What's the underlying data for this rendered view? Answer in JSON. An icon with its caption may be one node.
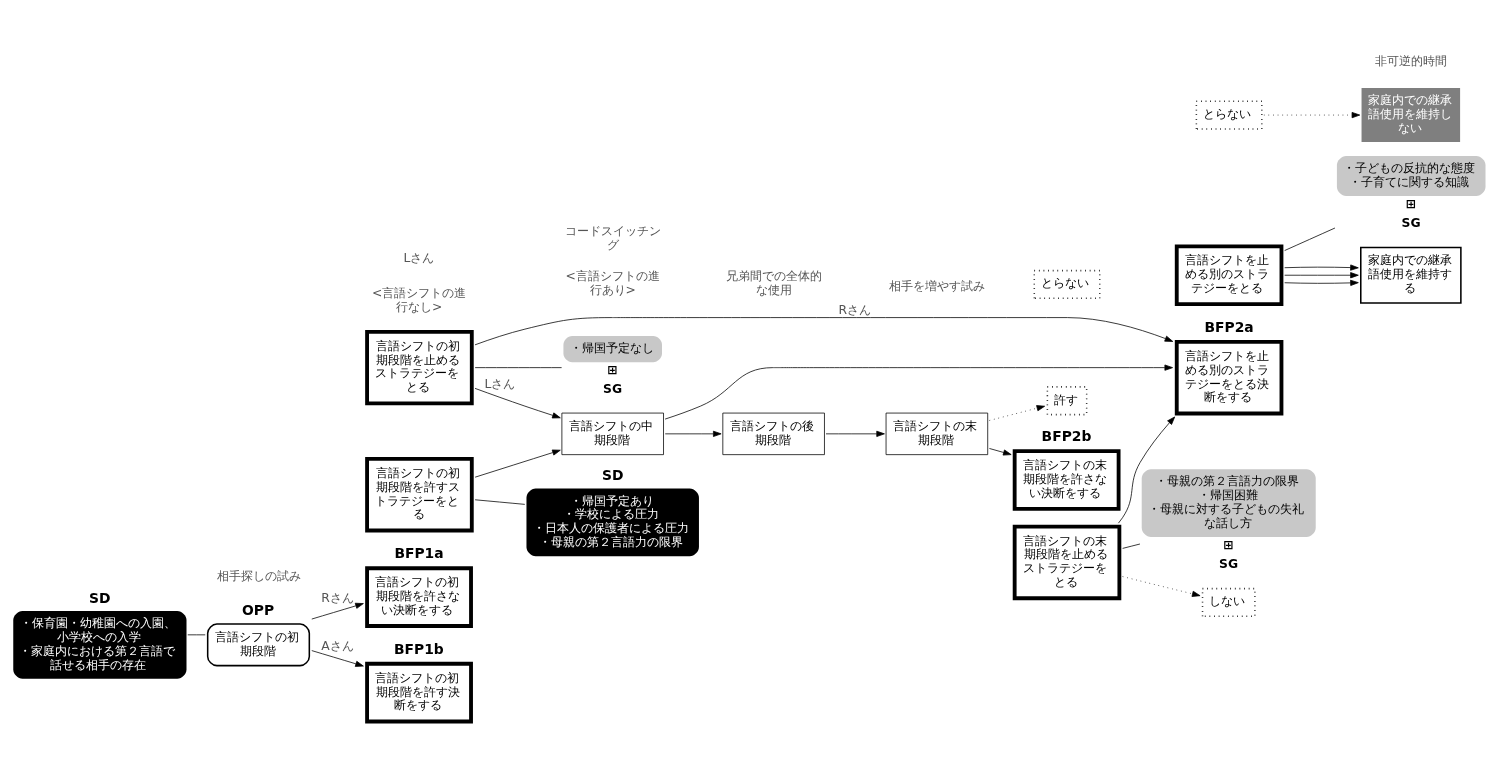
{
  "diagram": {
    "nodes": [
      {
        "text": [
          "OPP",
          "言語シフトの初期段階"
        ]
      },
      {
        "text": [
          "SD",
          "・保育園・幼稚園への入園、小学校への入学",
          "・家庭内における第２言語で話せる相手の存在"
        ]
      },
      {
        "text": [
          "BFP1a",
          "言語シフトの初期段階を許さない決断をする"
        ]
      },
      {
        "text": [
          "言語シフトの初期段階を止めるストラテジーをとる"
        ]
      },
      {
        "text": [
          "・帰国予定なし"
        ],
        "beside": [
          "⊞",
          "SG"
        ]
      },
      {
        "text": [
          "BFP1b",
          "言語シフトの初期段階を許す決断をする"
        ]
      },
      {
        "text": [
          "言語シフトの初期段階を許すストラテジーをとる"
        ]
      },
      {
        "text": [
          "SD",
          "・帰国予定あり",
          "・学校による圧力",
          "・日本人の保護者による圧力",
          "・母親の第２言語力の限界"
        ]
      },
      {
        "text": [
          "言語シフトの中期段階"
        ]
      },
      {
        "text": [
          "言語シフトの後期段階"
        ]
      },
      {
        "text": [
          "言語シフトの末期段階"
        ]
      },
      {
        "text": [
          "BFP2b",
          "言語シフトの末期段階を許さない決断をする"
        ]
      },
      {
        "text": [
          "言語シフトの末期段階を止めるストラテジーをとる"
        ]
      },
      {
        "text": [
          "許す"
        ]
      },
      {
        "text": [
          "とらない"
        ]
      },
      {
        "text": [
          "・母親の第２言語力の限界",
          "・帰国困難",
          "・母親に対する子どもの失礼な話し方"
        ],
        "beside": [
          "⊞",
          "SG"
        ]
      },
      {
        "text": [
          "BFP2a",
          "言語シフトを止める別のストラテジーをとる決断をする"
        ]
      },
      {
        "text": [
          "言語シフトを止める別のストラテジーをとる"
        ]
      },
      {
        "text": [
          "しない"
        ]
      },
      {
        "text": [
          "とらない"
        ]
      },
      {
        "text": [
          "・子どもの反抗的な態度",
          "・子育てに関する知識"
        ],
        "beside": [
          "⊞",
          "SG"
        ]
      },
      {
        "text": [
          "家庭内での継承語使用を維持する"
        ]
      },
      {
        "text": [
          "家庭内での継承語使用を維持しない"
        ]
      }
    ],
    "edges": [
      {
        "from": 1,
        "to": 0,
        "arrow": "none"
      },
      {
        "from": 0,
        "to": 2,
        "arrow": "to",
        "label": "Rさん"
      },
      {
        "from": 0,
        "to": 5,
        "arrow": "to",
        "label": "Aさん"
      },
      {
        "from": 3,
        "to": 16,
        "arrow": "to",
        "label": "Rさん"
      },
      {
        "from": 3,
        "to": 8,
        "arrow": "to",
        "label": "Lさん"
      },
      {
        "from": 3,
        "to": 4,
        "arrow": "none"
      },
      {
        "from": 6,
        "to": 8,
        "arrow": "to"
      },
      {
        "from": 6,
        "to": 7,
        "arrow": "none"
      },
      {
        "from": 8,
        "to": 16,
        "arrow": "to"
      },
      {
        "from": 8,
        "to": 9,
        "arrow": "to"
      },
      {
        "from": 9,
        "to": 10,
        "arrow": "to"
      },
      {
        "from": 10,
        "to": 11,
        "arrow": "to"
      },
      {
        "from": 10,
        "to": 13,
        "arrow": "to",
        "style": "dashed"
      },
      {
        "from": 12,
        "to": 16,
        "arrow": "to"
      },
      {
        "from": 12,
        "to": 18,
        "arrow": "to",
        "style": "dashed"
      },
      {
        "from": 12,
        "to": 15,
        "arrow": "none"
      },
      {
        "from": 17,
        "to": 21,
        "arrow": "to"
      },
      {
        "from": 17,
        "to": 21,
        "arrow": "to"
      },
      {
        "from": 17,
        "to": 21,
        "arrow": "to"
      },
      {
        "from": 17,
        "to": 20,
        "arrow": "none"
      },
      {
        "from": 19,
        "to": 22,
        "arrow": "to",
        "style": "dashed"
      }
    ],
    "labels": [
      "<言語シフトの進行なし>",
      "Lさん",
      "<言語シフトの進行あり>",
      "コードスイッチング",
      "相手探しの試み",
      "兄弟間での全体的な使用",
      "相手を増やす試み",
      "非可逆的時間"
    ]
  }
}
